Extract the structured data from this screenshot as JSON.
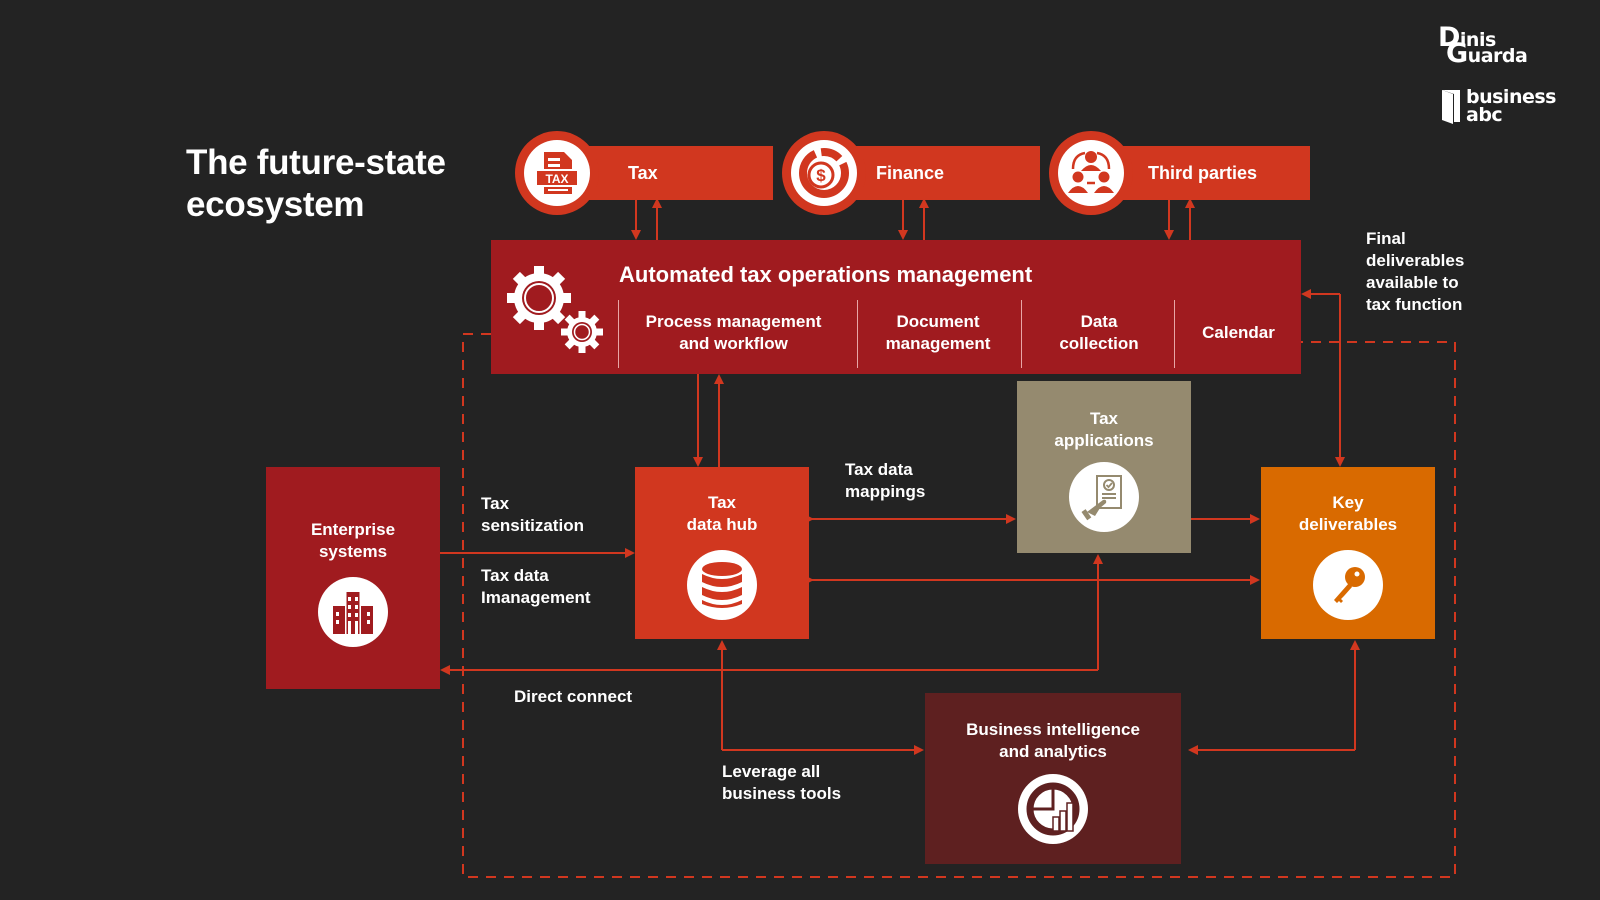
{
  "title": {
    "line1": "The future-state",
    "line2": "ecosystem"
  },
  "branding": {
    "logo1": {
      "line1_initial": "D",
      "line1_rest": "inis",
      "line2_initial": "G",
      "line2_rest": "uarda"
    },
    "logo2": {
      "line1": "business",
      "line2": "abc"
    }
  },
  "colors": {
    "background": "#232323",
    "accent_red": "#d1371f",
    "dark_red": "#a01b1f",
    "maroon": "#5e2020",
    "taupe": "#958a6f",
    "orange": "#d96a00",
    "arrow": "#d1371f"
  },
  "sources": [
    {
      "label": "Tax",
      "icon": "tax-document-icon",
      "icon_text": "TAX"
    },
    {
      "label": "Finance",
      "icon": "finance-dollar-chart-icon"
    },
    {
      "label": "Third parties",
      "icon": "third-parties-people-icon"
    }
  ],
  "automation": {
    "title": "Automated tax operations management",
    "icon": "gears-icon",
    "columns": [
      {
        "line1": "Process management",
        "line2": "and workflow"
      },
      {
        "line1": "Document",
        "line2": "management"
      },
      {
        "line1": "Data",
        "line2": "collection"
      },
      {
        "line1": "Calendar",
        "line2": ""
      }
    ]
  },
  "nodes": {
    "enterprise": {
      "line1": "Enterprise",
      "line2": "systems",
      "icon": "building-icon"
    },
    "data_hub": {
      "line1": "Tax",
      "line2": "data hub",
      "icon": "database-icon"
    },
    "tax_apps": {
      "line1": "Tax",
      "line2": "applications",
      "icon": "document-approval-hand-icon"
    },
    "key_deliverables": {
      "line1": "Key",
      "line2": "deliverables",
      "icon": "key-icon"
    },
    "bi": {
      "line1": "Business intelligence",
      "line2": "and analytics",
      "icon": "analytics-chart-icon"
    }
  },
  "labels": {
    "sensitization": {
      "line1": "Tax",
      "line2": "sensitization"
    },
    "data_management": {
      "line1": "Tax data",
      "line2": "Imanagement"
    },
    "mappings": {
      "line1": "Tax data",
      "line2": "mappings"
    },
    "direct_connect": "Direct connect",
    "leverage": {
      "line1": "Leverage all",
      "line2": "business tools"
    },
    "final": {
      "line1": "Final",
      "line2": "deliverables",
      "line3": "available to",
      "line4": "tax function"
    }
  }
}
